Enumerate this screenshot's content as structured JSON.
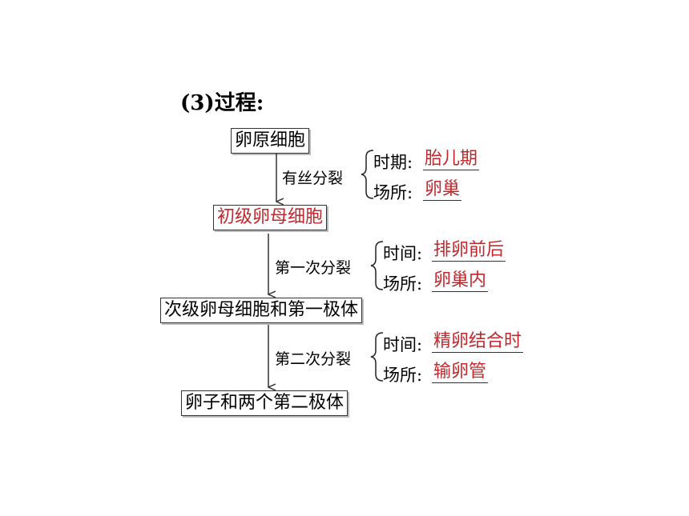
{
  "title": "(3)过程:",
  "boxes": {
    "b1": "卵原细胞",
    "b2": "初级卵母细胞",
    "b3": "次级卵母细胞和第一极体",
    "b4": "卵子和两个第二极体"
  },
  "stages": [
    {
      "name": "有丝分裂",
      "label1": "时期:",
      "answer1": "胎儿期",
      "label2": "场所:",
      "answer2": "卵巢"
    },
    {
      "name": "第一次分裂",
      "label1": "时间:",
      "answer1": "排卵前后",
      "label2": "场所:",
      "answer2": "卵巢内"
    },
    {
      "name": "第二次分裂",
      "label1": "时间:",
      "answer1": "精卵结合时",
      "label2": "场所:",
      "answer2": "输卵管"
    }
  ],
  "colors": {
    "answer": "#c0282d",
    "line": "#333333"
  }
}
